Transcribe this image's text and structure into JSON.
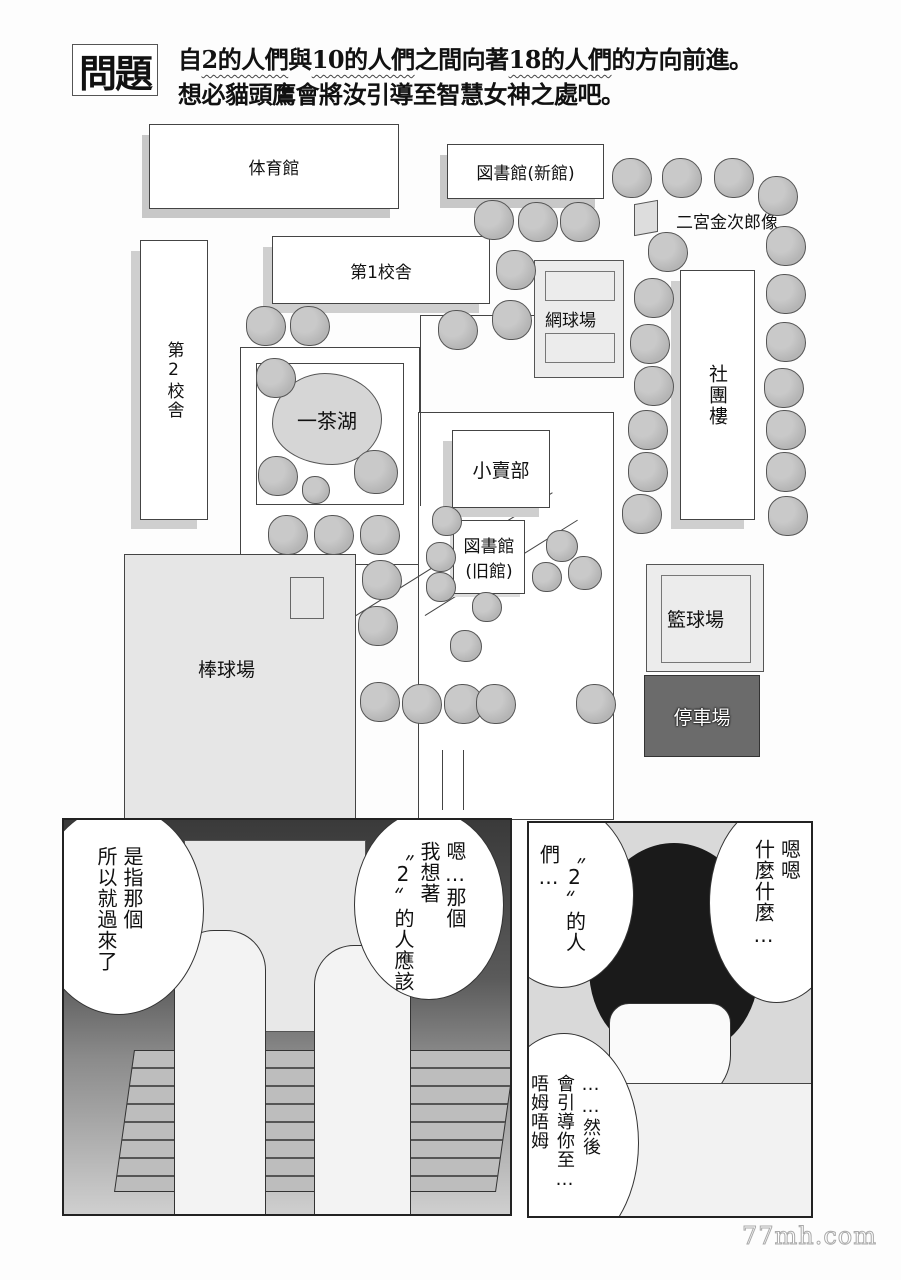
{
  "header": {
    "badge": "問題",
    "line1": {
      "part1": "自",
      "u1": "2的人們",
      "part2": "與",
      "u2": "10的人們",
      "part3": "之間向著",
      "u3": "18的人們",
      "part4": "的方向前進。"
    },
    "line2": "想必貓頭鷹會將汝引導至智慧女神之處吧。"
  },
  "map": {
    "buildings": {
      "gym": "体育館",
      "library_new": "図書館(新館)",
      "school1": "第1校舎",
      "school2": "第2校舎",
      "statue": "二宮金次郎像",
      "tennis": "網球場",
      "club": "社團樓",
      "lake": "一茶湖",
      "shop": "小賣部",
      "library_old_1": "図書館",
      "library_old_2": "(旧館)",
      "baseball": "棒球場",
      "basketball": "籃球場",
      "parking": "停車場"
    },
    "colors": {
      "parking_fill": "#6b6b6b",
      "tree_fill": "#bdbdbd",
      "field_fill": "#e6e6e6"
    }
  },
  "panels": {
    "left": {
      "bubble_boy": "是指那個所以就過來了",
      "bubble_boy_col1": "是指那個",
      "bubble_boy_col2": "所以就過來了",
      "bubble_girl_col1": "嗯…那個",
      "bubble_girl_col2": "我想著",
      "bubble_girl_col3": "〝2〞的人應該"
    },
    "right": {
      "bubble_top_right_col1": "嗯嗯",
      "bubble_top_right_col2": "什麼什麼…",
      "bubble_top_left": "〝2〞的人們…",
      "bubble_bottom_col1": "……然後",
      "bubble_bottom_col2": "會引導你至…",
      "bubble_bottom_col3": "唔姆唔姆"
    }
  },
  "watermark": "77mh.com"
}
